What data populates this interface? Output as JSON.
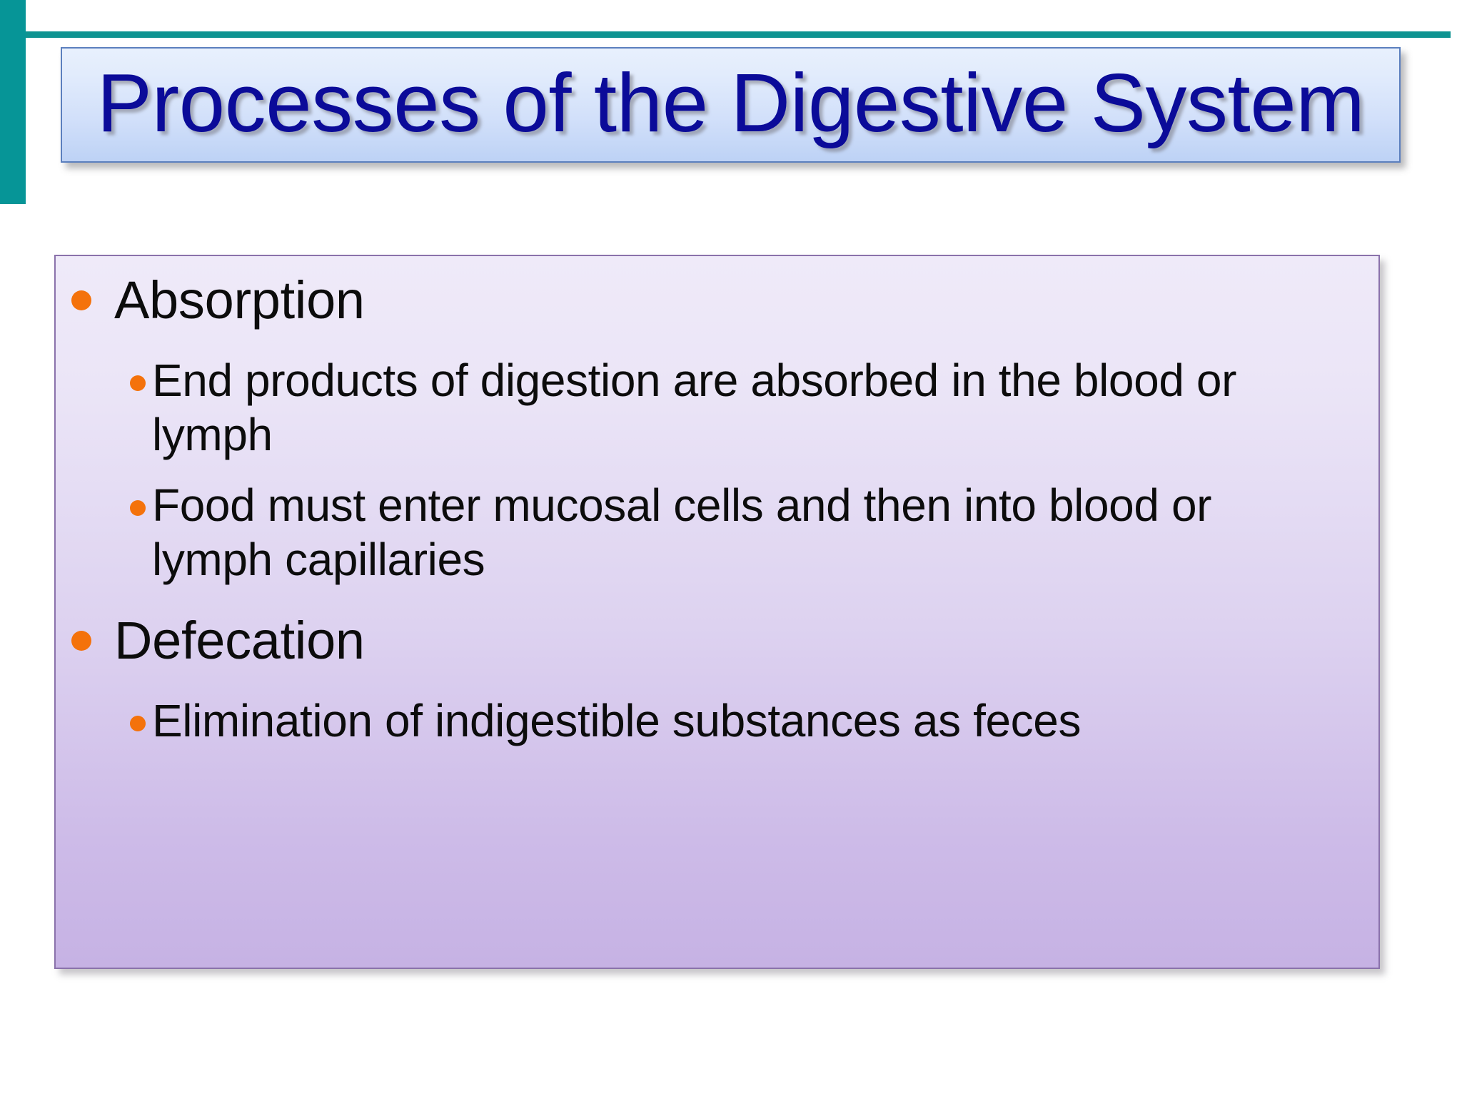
{
  "slide": {
    "title": "Processes of the Digestive System",
    "theme": {
      "accent_teal": "#069597",
      "title_text_color": "#0b0b99",
      "title_fill_top": "#e8f0fd",
      "title_fill_bottom": "#bdd2f5",
      "body_fill_top": "#efeaf9",
      "body_fill_bottom": "#c6b2e4",
      "body_border": "#8a72ab",
      "bullet_color": "#f4720b",
      "body_text_color": "#0c0c0c"
    },
    "body": {
      "items": [
        {
          "label": "Absorption",
          "sub": [
            "End products of digestion are absorbed in the blood or lymph",
            "Food must enter mucosal cells and then into blood or lymph capillaries"
          ]
        },
        {
          "label": "Defecation",
          "sub": [
            "Elimination of indigestible substances as feces"
          ]
        }
      ]
    }
  }
}
